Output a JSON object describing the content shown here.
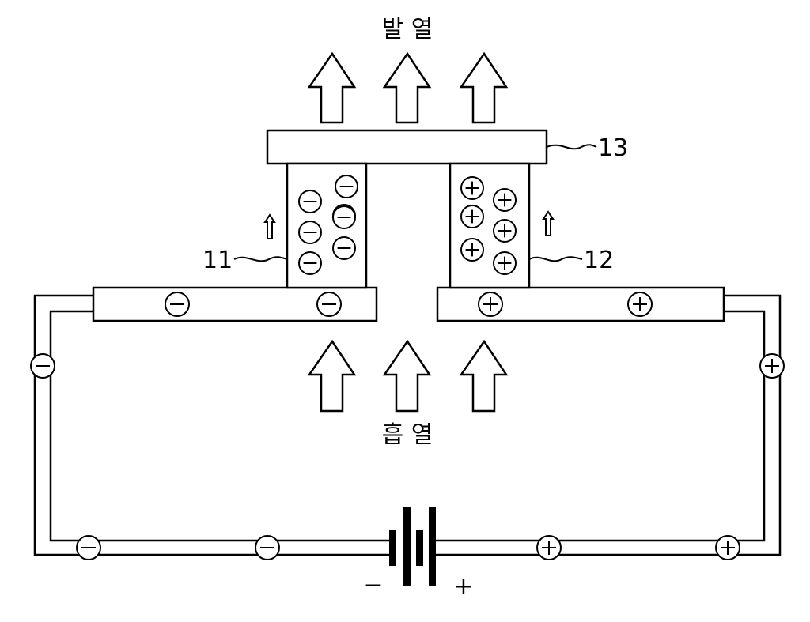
{
  "labels": {
    "top_heat": "발 열",
    "bottom_heat": "흡 열",
    "ref_13": "13",
    "ref_11": "11",
    "ref_12": "12",
    "minus": "−",
    "plus": "+"
  },
  "charges": {
    "n_leg_count": 7,
    "p_leg_count": 6,
    "left_plate_count": 2,
    "right_plate_count": 2,
    "wire_negative_count": 3,
    "wire_positive_count": 3
  },
  "arrows": {
    "up_top_count": 3,
    "up_bottom_count": 3
  }
}
